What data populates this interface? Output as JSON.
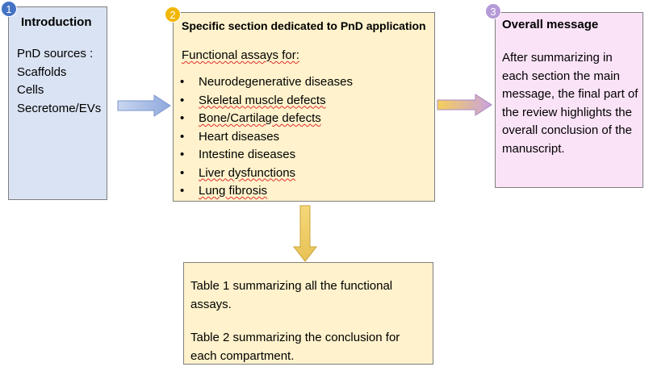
{
  "sections": [
    {
      "number": "1",
      "title": "Introduction",
      "lines": [
        "PnD sources :",
        "Scaffolds",
        "Cells",
        "Secretome/EVs"
      ]
    },
    {
      "number": "2",
      "title": "Specific section dedicated to PnD application",
      "label": "Functional assays for:",
      "items": [
        "Neurodegenerative diseases",
        "Skeletal muscle defects",
        "Bone/Cartilage defects",
        "Heart diseases",
        "Intestine diseases",
        "Liver dysfunctions",
        "Lung fibrosis"
      ]
    },
    {
      "number": "3",
      "title": "Overall message",
      "text": "After summarizing in each section the main message, the final part of the review highlights the overall conclusion of the manuscript."
    }
  ],
  "tables_box": {
    "table1": "Table 1 summarizing all the functional assays.",
    "table2": "Table 2 summarizing the conclusion for each compartment."
  },
  "colors": {
    "box1": "#dae3f3",
    "box2": "#fff2cc",
    "box3": "#fbe3f7",
    "badge1": "#4472c4",
    "badge2": "#f2b600",
    "badge3": "#b69ad8"
  }
}
